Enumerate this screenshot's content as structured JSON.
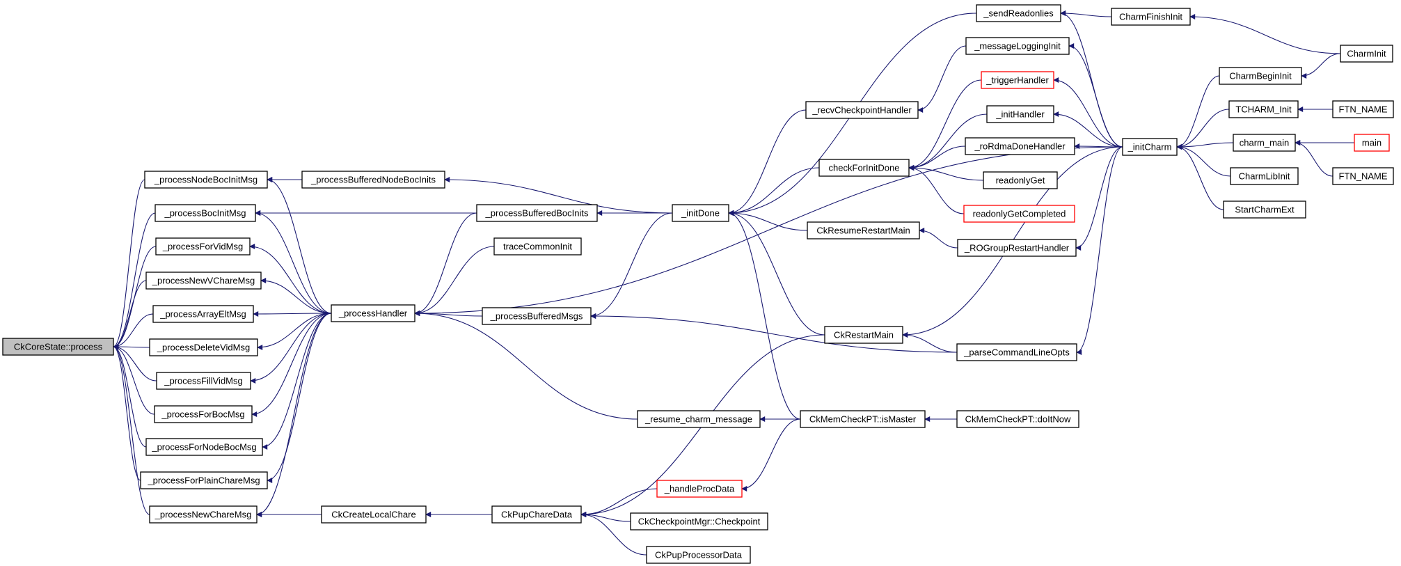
{
  "graph": {
    "edge_color": "#191970",
    "root_fill": "#c0c0c0",
    "highlight_border": "#ff0000",
    "nodes": [
      {
        "id": "n1",
        "label": "CkCoreState::process",
        "root": true
      },
      {
        "id": "n2",
        "label": "_processNodeBocInitMsg"
      },
      {
        "id": "n3",
        "label": "_processBocInitMsg"
      },
      {
        "id": "n4",
        "label": "_processForVidMsg"
      },
      {
        "id": "n5",
        "label": "_processNewVChareMsg"
      },
      {
        "id": "n6",
        "label": "_processArrayEltMsg"
      },
      {
        "id": "n7",
        "label": "_processDeleteVidMsg"
      },
      {
        "id": "n8",
        "label": "_processFillVidMsg"
      },
      {
        "id": "n9",
        "label": "_processForBocMsg"
      },
      {
        "id": "n10",
        "label": "_processForNodeBocMsg"
      },
      {
        "id": "n11",
        "label": "_processForPlainChareMsg"
      },
      {
        "id": "n12",
        "label": "_processNewChareMsg"
      },
      {
        "id": "n13",
        "label": "_processHandler"
      },
      {
        "id": "n14",
        "label": "_processBufferedNodeBocInits"
      },
      {
        "id": "n15",
        "label": "_processBufferedBocInits"
      },
      {
        "id": "n16",
        "label": "traceCommonInit"
      },
      {
        "id": "n17",
        "label": "_processBufferedMsgs"
      },
      {
        "id": "n18",
        "label": "_resume_charm_message"
      },
      {
        "id": "n19",
        "label": "CkCreateLocalChare"
      },
      {
        "id": "n20",
        "label": "CkPupChareData"
      },
      {
        "id": "n21",
        "label": "_initDone"
      },
      {
        "id": "n22",
        "label": "_sendReadonlies"
      },
      {
        "id": "n23",
        "label": "_messageLoggingInit"
      },
      {
        "id": "n24",
        "label": "_recvCheckpointHandler"
      },
      {
        "id": "n25",
        "label": "checkForInitDone"
      },
      {
        "id": "n26",
        "label": "CkResumeRestartMain"
      },
      {
        "id": "n27",
        "label": "CkRestartMain"
      },
      {
        "id": "n28",
        "label": "CkMemCheckPT::isMaster"
      },
      {
        "id": "n29",
        "label": "_handleProcData",
        "red": true
      },
      {
        "id": "n30",
        "label": "CkCheckpointMgr::Checkpoint"
      },
      {
        "id": "n31",
        "label": "CkPupProcessorData"
      },
      {
        "id": "n32",
        "label": "_triggerHandler",
        "red": true
      },
      {
        "id": "n33",
        "label": "_initHandler"
      },
      {
        "id": "n34",
        "label": "_roRdmaDoneHandler"
      },
      {
        "id": "n35",
        "label": "readonlyGet"
      },
      {
        "id": "n36",
        "label": "readonlyGetCompleted",
        "red": true
      },
      {
        "id": "n37",
        "label": "_ROGroupRestartHandler"
      },
      {
        "id": "n38",
        "label": "_parseCommandLineOpts"
      },
      {
        "id": "n39",
        "label": "CkMemCheckPT::doItNow"
      },
      {
        "id": "n40",
        "label": "CharmFinishInit"
      },
      {
        "id": "n41",
        "label": "_initCharm"
      },
      {
        "id": "n42",
        "label": "CharmInit"
      },
      {
        "id": "n43",
        "label": "CharmBeginInit"
      },
      {
        "id": "n44",
        "label": "TCHARM_Init"
      },
      {
        "id": "n45",
        "label": "charm_main"
      },
      {
        "id": "n46",
        "label": "CharmLibInit"
      },
      {
        "id": "n47",
        "label": "StartCharmExt"
      },
      {
        "id": "n48",
        "label": "FTN_NAME"
      },
      {
        "id": "n49",
        "label": "main",
        "red": true
      },
      {
        "id": "n50",
        "label": "FTN_NAME"
      }
    ],
    "edges": [
      [
        "n2",
        "n1"
      ],
      [
        "n3",
        "n1"
      ],
      [
        "n4",
        "n1"
      ],
      [
        "n5",
        "n1"
      ],
      [
        "n6",
        "n1"
      ],
      [
        "n7",
        "n1"
      ],
      [
        "n8",
        "n1"
      ],
      [
        "n9",
        "n1"
      ],
      [
        "n10",
        "n1"
      ],
      [
        "n11",
        "n1"
      ],
      [
        "n12",
        "n1"
      ],
      [
        "n13",
        "n2"
      ],
      [
        "n13",
        "n3"
      ],
      [
        "n13",
        "n4"
      ],
      [
        "n13",
        "n5"
      ],
      [
        "n13",
        "n6"
      ],
      [
        "n13",
        "n7"
      ],
      [
        "n13",
        "n8"
      ],
      [
        "n13",
        "n9"
      ],
      [
        "n13",
        "n10"
      ],
      [
        "n13",
        "n11"
      ],
      [
        "n13",
        "n12"
      ],
      [
        "n14",
        "n2"
      ],
      [
        "n15",
        "n3"
      ],
      [
        "n19",
        "n12"
      ],
      [
        "n15",
        "n13"
      ],
      [
        "n16",
        "n13"
      ],
      [
        "n17",
        "n13"
      ],
      [
        "n18",
        "n13"
      ],
      [
        "n41",
        "n13"
      ],
      [
        "n21",
        "n14"
      ],
      [
        "n21",
        "n15"
      ],
      [
        "n21",
        "n17"
      ],
      [
        "n20",
        "n19"
      ],
      [
        "n22",
        "n21"
      ],
      [
        "n24",
        "n21"
      ],
      [
        "n25",
        "n21"
      ],
      [
        "n26",
        "n21"
      ],
      [
        "n27",
        "n21"
      ],
      [
        "n28",
        "n21"
      ],
      [
        "n38",
        "n17"
      ],
      [
        "n28",
        "n18"
      ],
      [
        "n29",
        "n20"
      ],
      [
        "n30",
        "n20"
      ],
      [
        "n31",
        "n20"
      ],
      [
        "n27",
        "n20"
      ],
      [
        "n28",
        "n29"
      ],
      [
        "n23",
        "n24"
      ],
      [
        "n32",
        "n25"
      ],
      [
        "n33",
        "n25"
      ],
      [
        "n34",
        "n25"
      ],
      [
        "n35",
        "n25"
      ],
      [
        "n36",
        "n25"
      ],
      [
        "n37",
        "n26"
      ],
      [
        "n38",
        "n27"
      ],
      [
        "n41",
        "n27"
      ],
      [
        "n39",
        "n28"
      ],
      [
        "n40",
        "n22"
      ],
      [
        "n41",
        "n22"
      ],
      [
        "n41",
        "n23"
      ],
      [
        "n41",
        "n32"
      ],
      [
        "n41",
        "n33"
      ],
      [
        "n41",
        "n34"
      ],
      [
        "n41",
        "n37"
      ],
      [
        "n41",
        "n38"
      ],
      [
        "n42",
        "n40"
      ],
      [
        "n43",
        "n41"
      ],
      [
        "n44",
        "n41"
      ],
      [
        "n45",
        "n41"
      ],
      [
        "n46",
        "n41"
      ],
      [
        "n47",
        "n41"
      ],
      [
        "n42",
        "n43"
      ],
      [
        "n48",
        "n44"
      ],
      [
        "n49",
        "n45"
      ],
      [
        "n50",
        "n45"
      ]
    ]
  }
}
